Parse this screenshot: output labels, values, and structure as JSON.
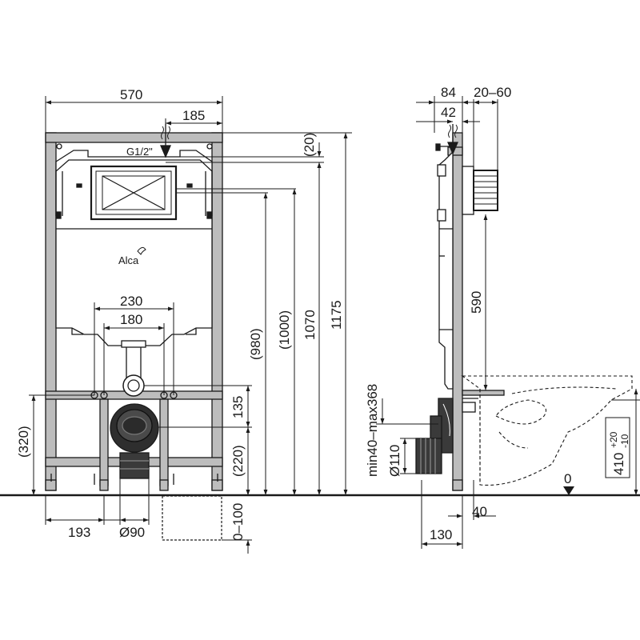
{
  "front": {
    "width_570": "570",
    "width_185": "185",
    "connector": "G1/2\"",
    "brand": "Alca",
    "width_230": "230",
    "width_180": "180",
    "h_20": "(20)",
    "h_980": "(980)",
    "h_1000": "(1000)",
    "h_1070": "1070",
    "h_1175": "1175",
    "h_135": "135",
    "h_220": "(220)",
    "h_320": "(320)",
    "h_0_100": "0–100",
    "w_193": "193",
    "d_90": "Ø90"
  },
  "side": {
    "w_84": "84",
    "w_20_60": "20–60",
    "w_42": "42",
    "h_590": "590",
    "min_max": "min40–max368",
    "d_110": "Ø110",
    "w_40": "40",
    "w_130": "130",
    "h_410": "410",
    "tol_plus": "+20",
    "tol_minus": "-10",
    "zero": "0"
  },
  "colors": {
    "frame_fill": "#bdbdbd",
    "line": "#1a1a1a",
    "pipe": "#3a3a3a"
  }
}
